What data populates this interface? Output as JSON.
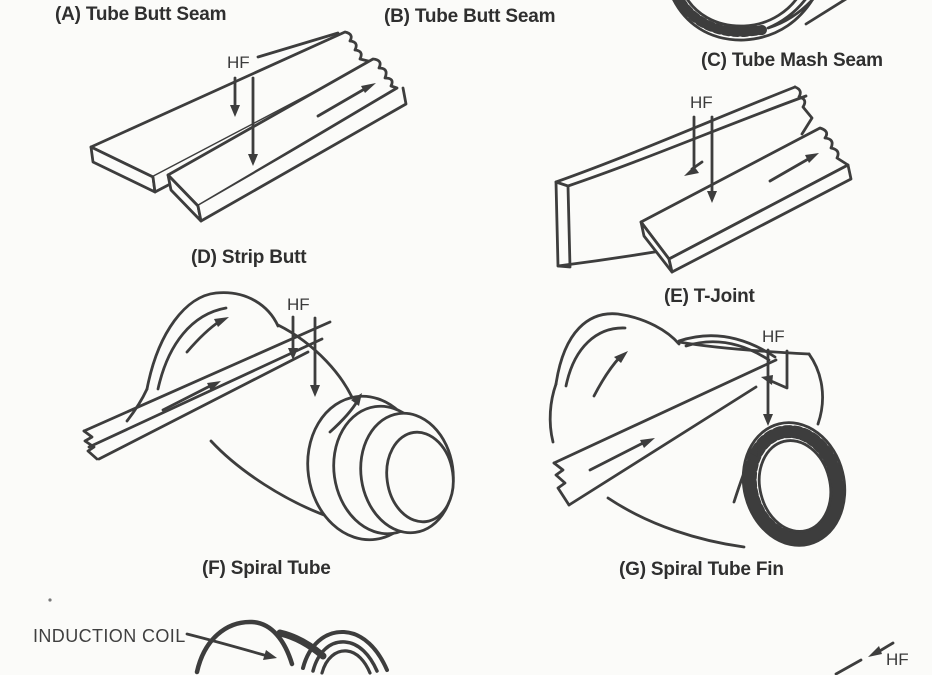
{
  "figure": {
    "hf_label": "HF",
    "panels": {
      "a": {
        "label": "(A) Tube Butt Seam"
      },
      "b": {
        "label": "(B) Tube Butt Seam"
      },
      "c": {
        "label": "(C) Tube Mash Seam"
      },
      "d": {
        "label": "(D) Strip Butt"
      },
      "e": {
        "label": "(E) T-Joint"
      },
      "f": {
        "label": "(F) Spiral Tube"
      },
      "g": {
        "label": "(G) Spiral Tube Fin"
      }
    },
    "annotations": {
      "induction_coil": "INDUCTION COIL"
    },
    "colors": {
      "background": "#fbfbf9",
      "line": "#3d3d3d",
      "text": "#2f2f2f"
    }
  }
}
